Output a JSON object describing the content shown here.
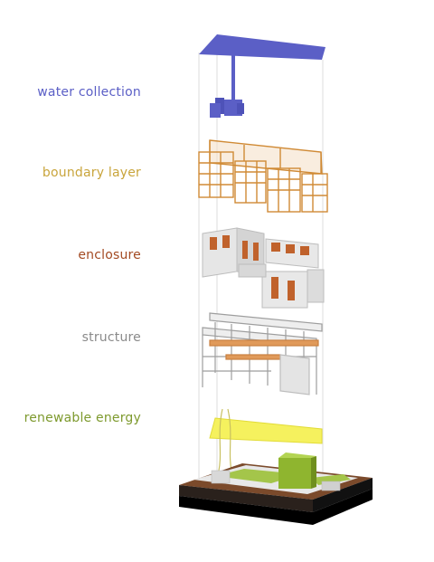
{
  "layers": [
    {
      "key": "water",
      "label": "water collection",
      "color": "#5b5fc6"
    },
    {
      "key": "boundary",
      "label": "boundary layer",
      "color": "#c9a53c"
    },
    {
      "key": "enclosure",
      "label": "enclosure",
      "color": "#a34a22"
    },
    {
      "key": "structure",
      "label": "structure",
      "color": "#8a8a8a"
    },
    {
      "key": "energy",
      "label": "renewable energy",
      "color": "#7e9a2e"
    }
  ]
}
